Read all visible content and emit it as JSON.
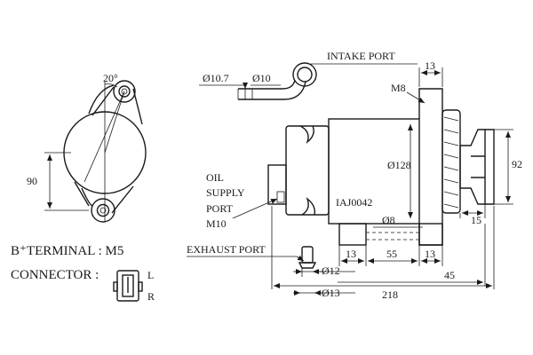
{
  "labels": {
    "angle": "20°",
    "front_height": "90",
    "b_terminal": "B⁺TERMINAL : M5",
    "connector": "CONNECTOR :",
    "connector_l": "L",
    "connector_r": "R",
    "intake_port": "INTAKE PORT",
    "dia_10_7": "Ø10.7",
    "dia_10": "Ø10",
    "m8": "M8",
    "top_13": "13",
    "dia_128": "Ø128",
    "right_92": "92",
    "oil_line1": "OIL",
    "oil_line2": "SUPPLY",
    "oil_line3": "PORT",
    "oil_line4": "M10",
    "part_number": "IAJ0042",
    "dia_8": "Ø8",
    "right_15": "15",
    "exhaust_port": "EXHAUST PORT",
    "dim_13a": "13",
    "dim_55": "55",
    "dim_13b": "13",
    "dia_12": "Ø12",
    "dim_45": "45",
    "dia_13": "Ø13",
    "dim_218": "218"
  }
}
